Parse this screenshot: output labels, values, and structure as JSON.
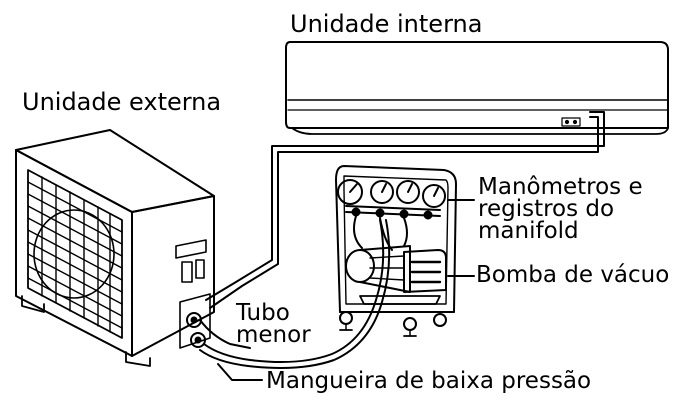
{
  "labels": {
    "indoor_unit": "Unidade interna",
    "outdoor_unit": "Unidade externa",
    "gauges_line1": "Manômetros e",
    "gauges_line2": "registros do",
    "gauges_line3": "manifold",
    "vacuum_pump": "Bomba de vácuo",
    "small_tube_line1": "Tubo",
    "small_tube_line2": "menor",
    "low_pressure_hose": "Mangueira de baixa pressão"
  },
  "colors": {
    "line": "#000000",
    "background": "#ffffff"
  }
}
